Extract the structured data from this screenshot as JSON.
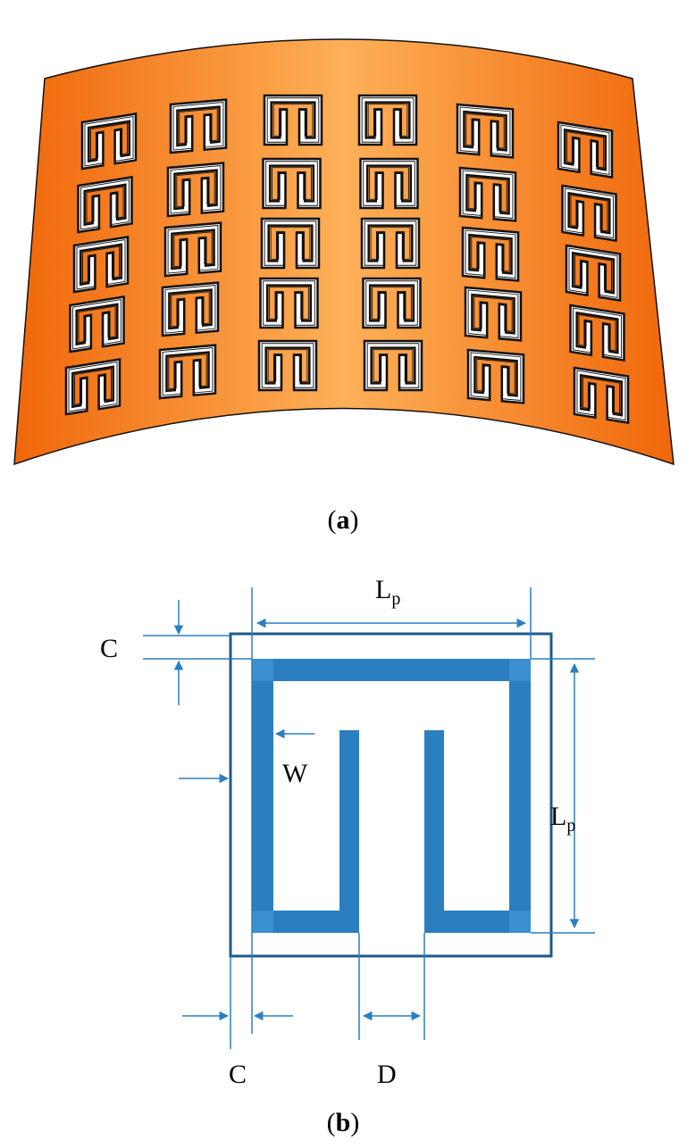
{
  "figure": {
    "panel_a": {
      "label_open": "(",
      "label_letter": "a",
      "label_close": ")",
      "description_rows": 5,
      "description_cols": 6
    },
    "panel_b": {
      "label_open": "(",
      "label_letter": "b",
      "label_close": ")",
      "dimension_labels": {
        "lp_top_main": "L",
        "lp_top_sub": "p",
        "lp_right_main": "L",
        "lp_right_sub": "p",
        "c_top": "C",
        "w": "W",
        "c_bottom": "C",
        "d": "D"
      }
    },
    "colors": {
      "sheet_orange_dark": "#f36d0c",
      "sheet_orange_light": "#fdb85a",
      "cell_blue": "#2b7fc1",
      "cell_border": "#1c5a8a",
      "dimension_line": "#2b7fc1"
    }
  }
}
